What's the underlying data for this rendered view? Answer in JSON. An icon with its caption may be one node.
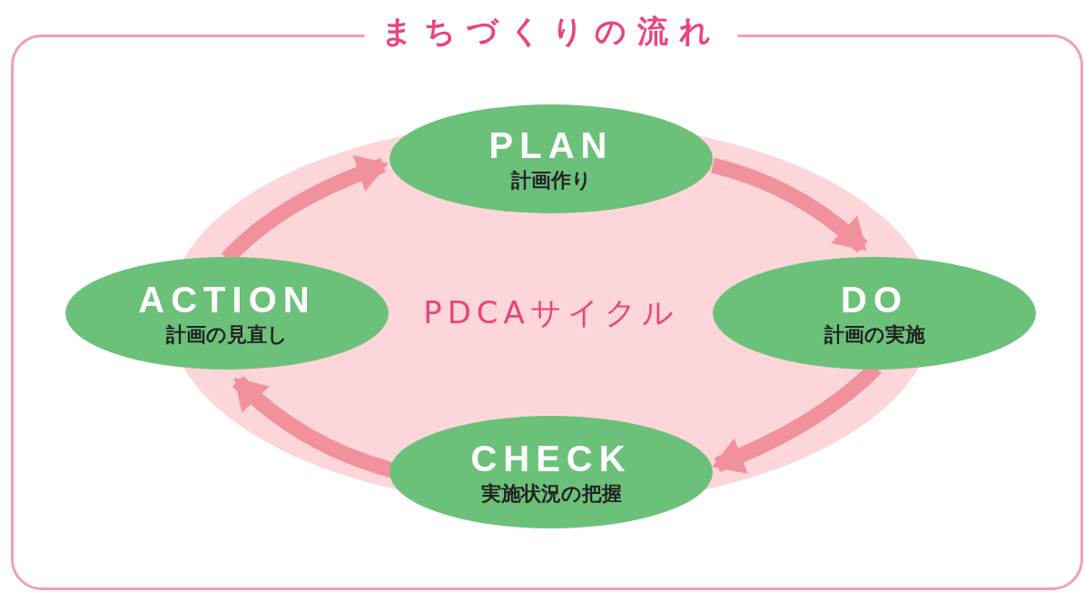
{
  "diagram": {
    "title": "まちづくりの流れ",
    "nodes": [
      {
        "text": [
          "PLAN",
          "計画作り"
        ]
      },
      {
        "text": [
          "DO",
          "計画の実施"
        ]
      },
      {
        "text": [
          "CHECK",
          "実施状況の把握"
        ]
      },
      {
        "text": [
          "ACTION",
          "計画の見直し"
        ]
      }
    ],
    "edges": [
      {
        "from": 0,
        "to": 1,
        "arrow": "to"
      },
      {
        "from": 1,
        "to": 2,
        "arrow": "to"
      },
      {
        "from": 2,
        "to": 3,
        "arrow": "to"
      },
      {
        "from": 3,
        "to": 0,
        "arrow": "to"
      }
    ],
    "labels": [
      "PDCAサイクル"
    ]
  }
}
